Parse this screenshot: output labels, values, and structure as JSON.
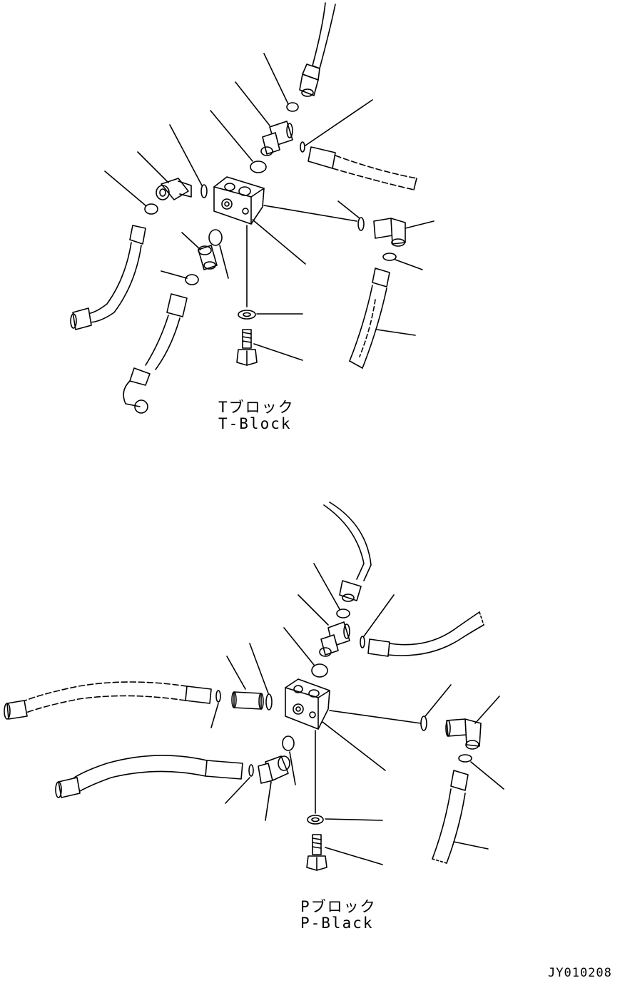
{
  "t_block": {
    "label_jp": "Tブロック",
    "label_en": "T-Block"
  },
  "p_block": {
    "label_jp": "Pブロック",
    "label_en": "P-Black"
  },
  "drawing_code": "JY010208"
}
